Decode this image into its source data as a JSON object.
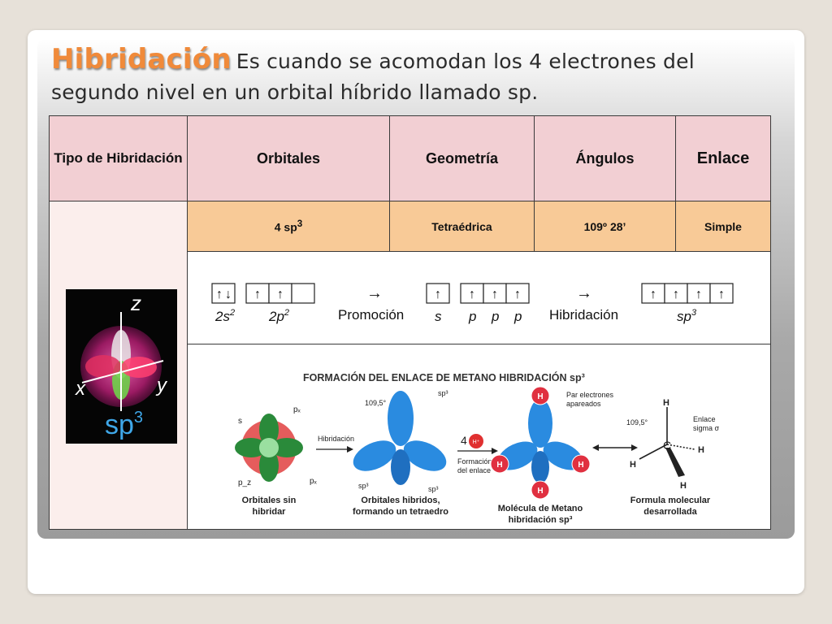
{
  "slide": {
    "title": "Hibridación",
    "intro": "Es cuando se acomodan los 4 electrones del segundo nivel en un orbital híbrido llamado sp."
  },
  "table": {
    "headers": [
      "Tipo de Hibridación",
      "Orbitales",
      "Geometría",
      "Ángulos",
      "Enlace"
    ],
    "row": {
      "type_base": "sp",
      "type_sup": "3",
      "orbitales_base": "4 sp",
      "orbitales_sup": "3",
      "geometria": "Tetraédrica",
      "angulos": "109º 28’",
      "enlace": "Simple"
    }
  },
  "atom_image": {
    "axis_z": "z",
    "axis_x": "x",
    "axis_y": "y",
    "label_base": "sp",
    "label_sup": "3"
  },
  "promotion": {
    "label_2s": "2s",
    "label_2s_sup": "2",
    "label_2p": "2p",
    "label_2p_sup": "2",
    "arrow": "→",
    "promocion": "Promoción",
    "s": "s",
    "p": "p",
    "hibridacion": "Hibridación",
    "sp3_base": "sp",
    "sp3_sup": "3"
  },
  "methane": {
    "title": "FORMACIÓN DEL ENLACE DE METANO HIBRIDACIÓN sp³",
    "s": "s",
    "px_top": "pₓ",
    "pz": "p_z",
    "px_right": "pₓ",
    "orb_label_1": "Orbitales sin",
    "orb_label_2": "hibridar",
    "hibridacion": "Hibridación",
    "angle": "109,5°",
    "sp3": "sp³",
    "hyb_label_1": "Orbitales hibridos,",
    "hyb_label_2": "formando un tetraedro",
    "four": "4",
    "h_plus": "H⁺",
    "formacion_1": "Formación",
    "formacion_2": "del enlace",
    "par_1": "Par electrones",
    "par_2": "apareados",
    "h": "H",
    "mol_label_1": "Molécula de Metano",
    "mol_label_2": "hibridación sp³",
    "c": "C",
    "enlace_1": "Enlace",
    "enlace_2": "sigma σ",
    "form_label_1": "Formula molecular",
    "form_label_2": "desarrollada"
  }
}
